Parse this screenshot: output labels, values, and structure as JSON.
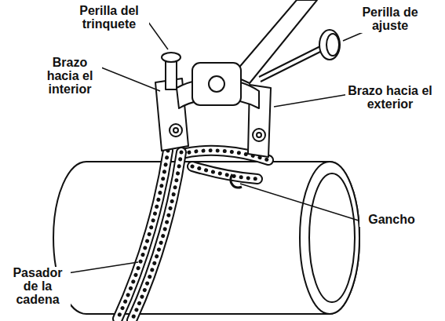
{
  "diagram": {
    "labels": [
      "Perilla del trinquete",
      "Perilla de ajuste",
      "Brazo hacia el interior",
      "Brazo hacia el exterior",
      "Gancho",
      "Pasador de la cadena"
    ]
  }
}
